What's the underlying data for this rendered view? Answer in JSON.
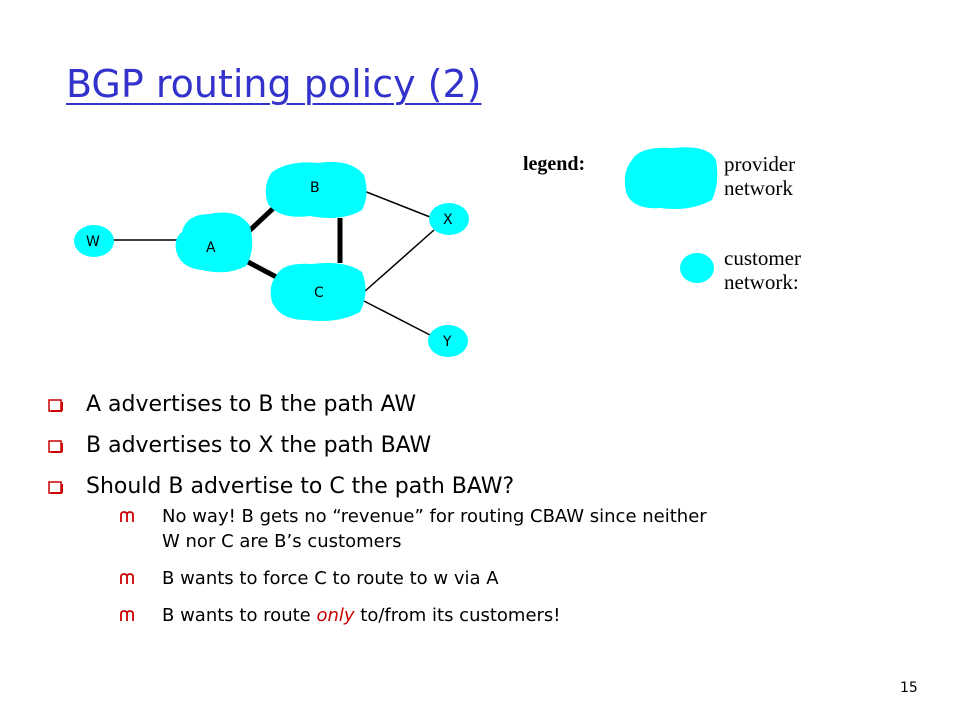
{
  "title": "BGP routing policy (2)",
  "nodes": {
    "A": "A",
    "B": "B",
    "C": "C",
    "W": "W",
    "X": "X",
    "Y": "Y"
  },
  "legend": {
    "title": "legend:",
    "provider_line1": "provider",
    "provider_line2": "network",
    "customer_line1": "customer",
    "customer_line2": "network:"
  },
  "bullets": [
    "A advertises to B the path AW",
    "B advertises to X the path BAW",
    "Should B advertise to C the path BAW?"
  ],
  "sub_bullets": {
    "s1_line1": "No way! B gets no “revenue” for routing CBAW since neither",
    "s1_line2": "W nor C are B’s customers",
    "s2": "B wants to force C to route to w via A",
    "s3_before": "B wants to route ",
    "s3_em": "only",
    "s3_after": " to/from its customers!"
  },
  "page_number": "15",
  "colors": {
    "network_fill": "#00ffff",
    "title": "#3333cc",
    "bullet": "#cc0000",
    "emphasis": "#cc0000"
  }
}
